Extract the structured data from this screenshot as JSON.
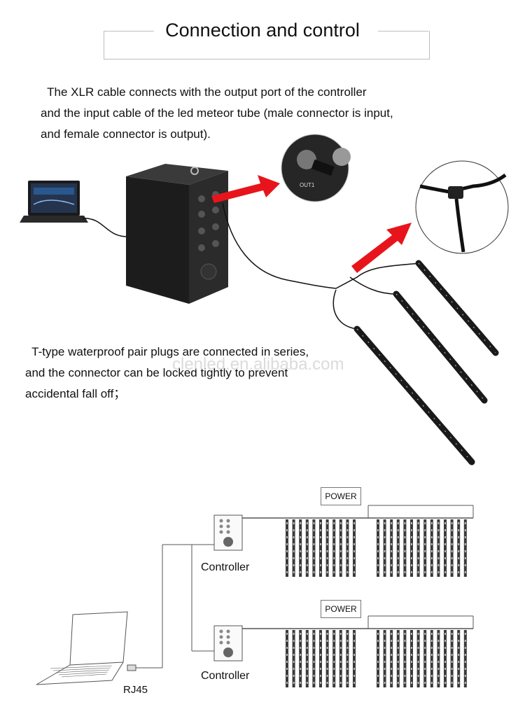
{
  "title": "Connection and control",
  "paragraph1": {
    "lines": [
      "  The XLR cable connects with the output port of the controller",
      "and the input cable of the led meteor tube (male connector is input,",
      "and female connector is output)."
    ]
  },
  "paragraph2": {
    "lines": [
      "  T-type waterproof pair plugs are connected in series,",
      "and the connector can be locked tightly to prevent",
      "accidental fall off；"
    ]
  },
  "watermark": "clenled.en.alibaba.com",
  "callout_port_label": "OUT1",
  "wiring_diagram": {
    "power_label_top": "POWER",
    "power_label_bottom": "POWER",
    "controller_label_top": "Controller",
    "controller_label_bottom": "Controller",
    "rj45_label": "RJ45"
  },
  "colors": {
    "arrow": "#e8141b",
    "controller_box": "#1c1c1c",
    "tube": "#1a1a1a",
    "diagram_line": "#555555"
  }
}
